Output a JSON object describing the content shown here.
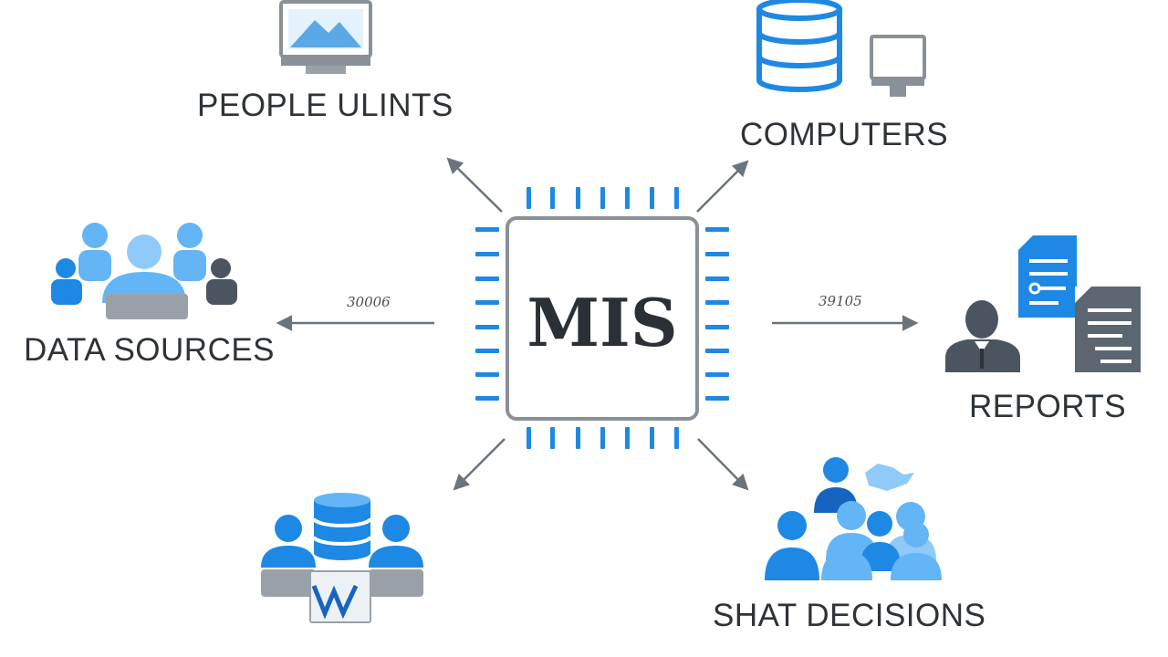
{
  "center": {
    "title": "MIS"
  },
  "nodes": {
    "people_units": {
      "label": "PEOPLE ULINTS",
      "icon": "monitor-icon"
    },
    "computers": {
      "label": "COMPUTERS",
      "icon": "database-icon"
    },
    "data_sources": {
      "label": "DATA SOURCES",
      "icon": "group-icon"
    },
    "reports": {
      "label": "REPORTS",
      "icon": "report-documents-icon"
    },
    "decisions": {
      "label": "SHAT DECISIONS",
      "icon": "team-icon"
    },
    "bottom_left": {
      "label": "",
      "icon": "users-database-icon"
    }
  },
  "arrow_labels": {
    "left": "30006",
    "right": "39105"
  },
  "colors": {
    "accent_blue": "#1e88e5",
    "light_blue": "#64b5f6",
    "dark_blue": "#1565c0",
    "gray": "#7a8088",
    "dark_gray": "#4b5560",
    "text": "#2e3338"
  }
}
